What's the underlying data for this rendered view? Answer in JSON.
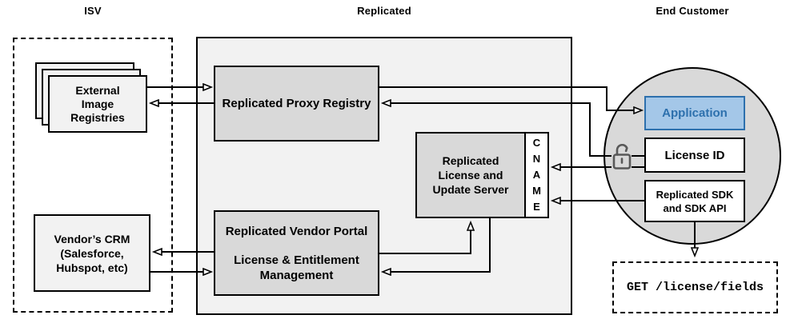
{
  "sections": {
    "isv": {
      "label": "ISV"
    },
    "replicated": {
      "label": "Replicated"
    },
    "end_customer": {
      "label": "End Customer"
    }
  },
  "nodes": {
    "external_registries": {
      "label": "External\nImage\nRegistries"
    },
    "vendors_crm": {
      "label": "Vendor’s CRM\n(Salesforce,\nHubspot, etc)"
    },
    "proxy_registry": {
      "label": "Replicated Proxy Registry"
    },
    "vendor_portal": {
      "title": "Replicated Vendor Portal",
      "subtitle": "License & Entitlement\nManagement"
    },
    "license_update_server": {
      "label": "Replicated\nLicense and\nUpdate Server"
    },
    "cname": {
      "label": "C\nN\nA\nM\nE"
    },
    "application": {
      "label": "Application"
    },
    "license_id": {
      "label": "License ID"
    },
    "sdk": {
      "label": "Replicated SDK\nand SDK API"
    },
    "get_request": {
      "label": "GET /license/fields"
    }
  },
  "icons": {
    "unlock_icon": "unlocked-padlock"
  },
  "colors": {
    "application_fill": "#a4c7e8",
    "application_border": "#2d70ad",
    "application_text": "#2d70ad",
    "node_gray": "#d9d9d9",
    "container_gray": "#f2f2f2",
    "circle_gray": "#d9d9d9",
    "line_black": "#000000",
    "lock_gray": "#595959"
  }
}
